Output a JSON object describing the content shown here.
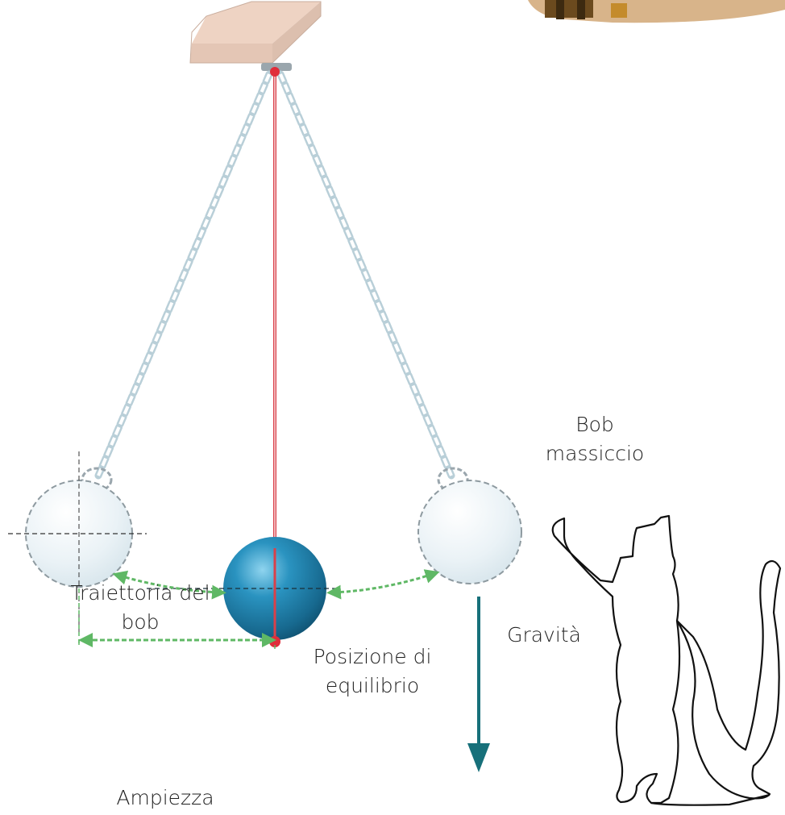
{
  "labels": {
    "bob_line1": "Bob",
    "bob_line2": "massiccio",
    "trajectory_line1": "Traiettoria del",
    "trajectory_line2": "bob",
    "gravity": "Gravità",
    "equilibrium_line1": "Posizione di",
    "equilibrium_line2": "equilibrio",
    "amplitude": "Ampiezza"
  },
  "colors": {
    "support": "#efd6c6",
    "string": "#d9404a",
    "bob": "#1e7fa8",
    "ghost_bob": "#e8f1f6",
    "arrow_green": "#5fb865",
    "gravity_arrow": "#17707a",
    "chain": "#b9cfd8"
  }
}
